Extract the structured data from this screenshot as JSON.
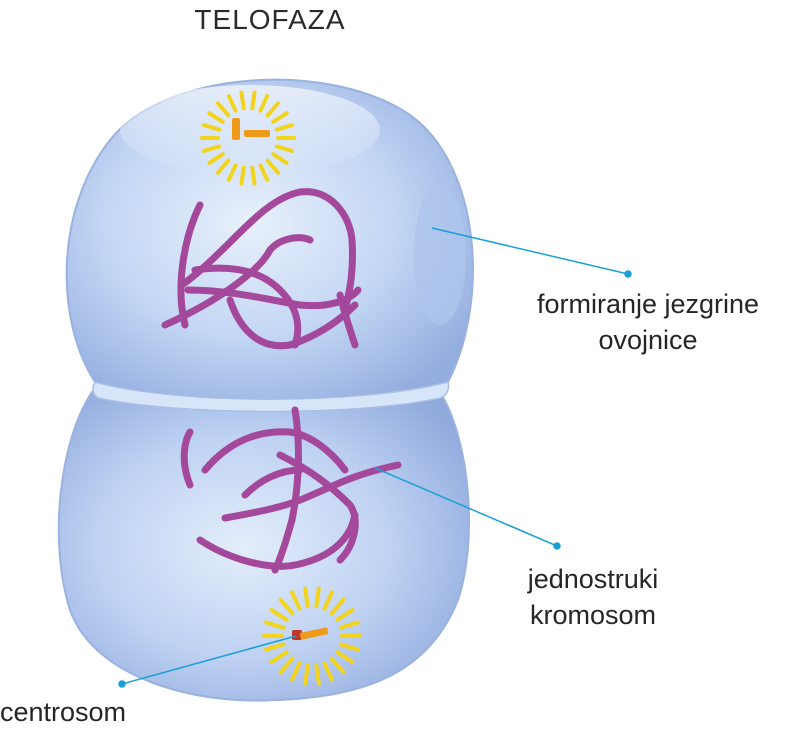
{
  "title": "TELOFAZA",
  "labels": {
    "nuclear_envelope": {
      "line1": "formiranje jezgrine",
      "line2": "ovojnice"
    },
    "single_chromosome": {
      "line1": "jednostruki",
      "line2": "kromosom"
    },
    "centrosome": "centrosom"
  },
  "colors": {
    "cell_fill": "#b7cdf2",
    "cell_edge": "#8ea8dc",
    "chromosome": "#a4489c",
    "centrosome_rays": "#f2d41a",
    "centriole": "#f09a1a",
    "leader_line": "#1a9fd6"
  }
}
